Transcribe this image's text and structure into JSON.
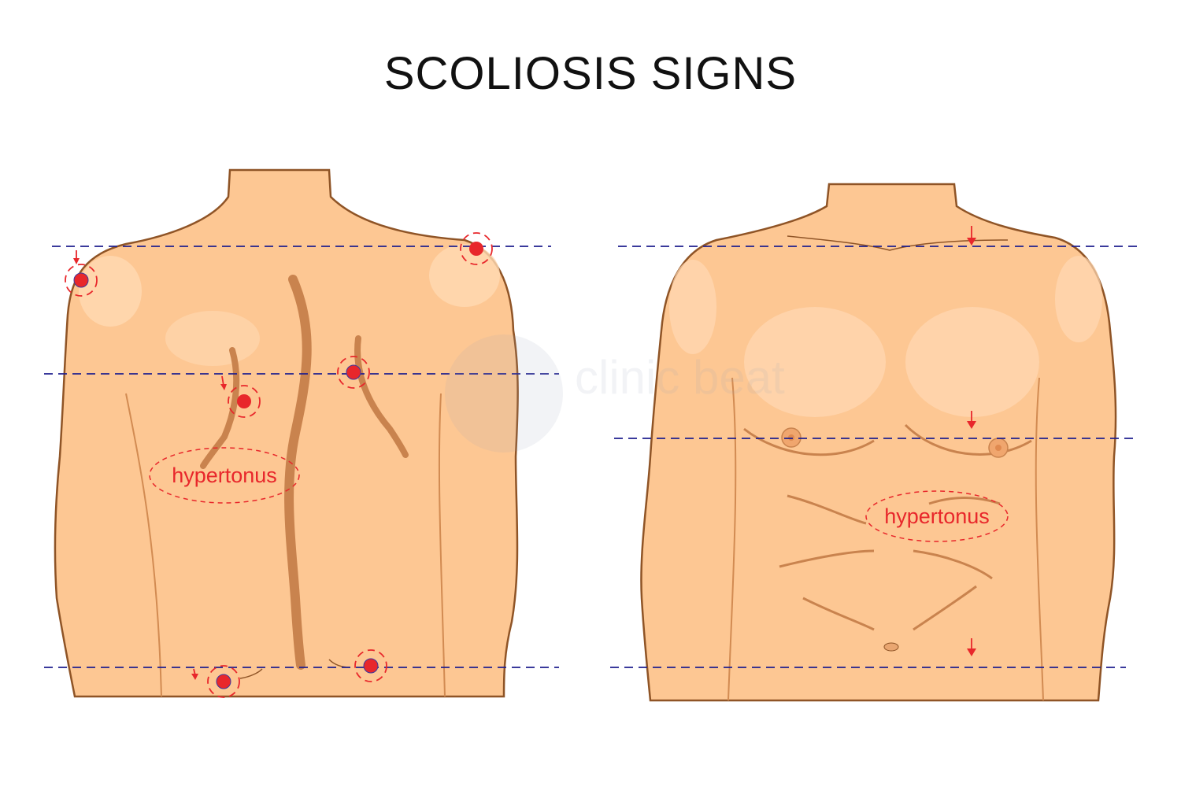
{
  "title": "SCOLIOSIS SIGNS",
  "back_view": {
    "label": "hypertonus"
  },
  "front_view": {
    "label": "hypertonus"
  },
  "watermark": "clinic beat",
  "colors": {
    "skin": "#fdc793",
    "skin_light": "#ffd7ad",
    "skin_shadow": "#e9a671",
    "outline": "#8f5426",
    "guide_line": "#1f1f8f",
    "marker": "#e8272b",
    "marker_ring": "#e8272b"
  }
}
